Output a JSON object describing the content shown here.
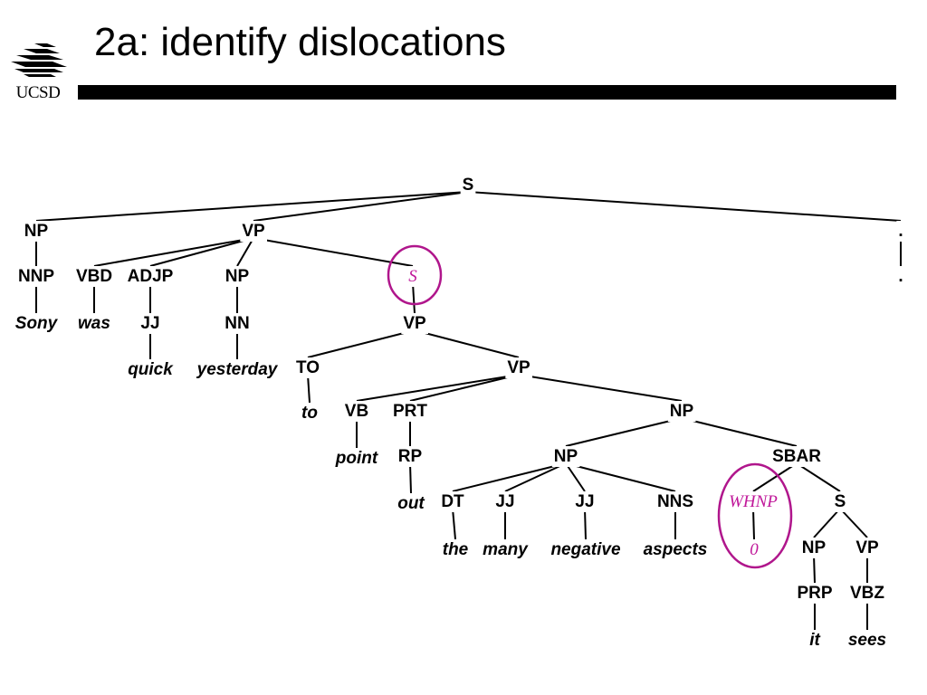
{
  "header": {
    "title": "2a: identify dislocations",
    "logo_text": "UCSD"
  },
  "tree": {
    "nodes": [
      {
        "id": "S_root",
        "label": "S",
        "kind": "cat"
      },
      {
        "id": "NP1",
        "label": "NP",
        "kind": "cat"
      },
      {
        "id": "VP1",
        "label": "VP",
        "kind": "cat"
      },
      {
        "id": "PUNCT",
        "label": ".",
        "kind": "cat"
      },
      {
        "id": "NNP",
        "label": "NNP",
        "kind": "cat"
      },
      {
        "id": "VBD",
        "label": "VBD",
        "kind": "cat"
      },
      {
        "id": "ADJP",
        "label": "ADJP",
        "kind": "cat"
      },
      {
        "id": "NP2",
        "label": "NP",
        "kind": "cat"
      },
      {
        "id": "S2",
        "label": "S",
        "kind": "highlight"
      },
      {
        "id": "PUNCT2",
        "label": ".",
        "kind": "cat"
      },
      {
        "id": "Sony",
        "label": "Sony",
        "kind": "word"
      },
      {
        "id": "was",
        "label": "was",
        "kind": "word"
      },
      {
        "id": "JJ1",
        "label": "JJ",
        "kind": "cat"
      },
      {
        "id": "NN",
        "label": "NN",
        "kind": "cat"
      },
      {
        "id": "VP2",
        "label": "VP",
        "kind": "cat"
      },
      {
        "id": "quick",
        "label": "quick",
        "kind": "word"
      },
      {
        "id": "yesterday",
        "label": "yesterday",
        "kind": "word"
      },
      {
        "id": "TO",
        "label": "TO",
        "kind": "cat"
      },
      {
        "id": "VP3",
        "label": "VP",
        "kind": "cat"
      },
      {
        "id": "to",
        "label": "to",
        "kind": "word"
      },
      {
        "id": "VB",
        "label": "VB",
        "kind": "cat"
      },
      {
        "id": "PRT",
        "label": "PRT",
        "kind": "cat"
      },
      {
        "id": "NP3",
        "label": "NP",
        "kind": "cat"
      },
      {
        "id": "point",
        "label": "point",
        "kind": "word"
      },
      {
        "id": "RP",
        "label": "RP",
        "kind": "cat"
      },
      {
        "id": "NP4",
        "label": "NP",
        "kind": "cat"
      },
      {
        "id": "SBAR",
        "label": "SBAR",
        "kind": "cat"
      },
      {
        "id": "out",
        "label": "out",
        "kind": "word"
      },
      {
        "id": "DT",
        "label": "DT",
        "kind": "cat"
      },
      {
        "id": "JJ2",
        "label": "JJ",
        "kind": "cat"
      },
      {
        "id": "JJ3",
        "label": "JJ",
        "kind": "cat"
      },
      {
        "id": "NNS",
        "label": "NNS",
        "kind": "cat"
      },
      {
        "id": "WHNP",
        "label": "WHNP",
        "kind": "highlight"
      },
      {
        "id": "S3",
        "label": "S",
        "kind": "cat"
      },
      {
        "id": "the",
        "label": "the",
        "kind": "word"
      },
      {
        "id": "many",
        "label": "many",
        "kind": "word"
      },
      {
        "id": "negative",
        "label": "negative",
        "kind": "word"
      },
      {
        "id": "aspects",
        "label": "aspects",
        "kind": "word"
      },
      {
        "id": "zero",
        "label": "0",
        "kind": "highlight"
      },
      {
        "id": "NP5",
        "label": "NP",
        "kind": "cat"
      },
      {
        "id": "VP4",
        "label": "VP",
        "kind": "cat"
      },
      {
        "id": "PRP",
        "label": "PRP",
        "kind": "cat"
      },
      {
        "id": "VBZ",
        "label": "VBZ",
        "kind": "cat"
      },
      {
        "id": "it",
        "label": "it",
        "kind": "word"
      },
      {
        "id": "sees",
        "label": "sees",
        "kind": "word"
      }
    ],
    "edges": [
      [
        "S_root",
        "NP1"
      ],
      [
        "S_root",
        "VP1"
      ],
      [
        "S_root",
        "PUNCT"
      ],
      [
        "NP1",
        "NNP"
      ],
      [
        "NNP",
        "Sony"
      ],
      [
        "VP1",
        "VBD"
      ],
      [
        "VP1",
        "ADJP"
      ],
      [
        "VP1",
        "NP2"
      ],
      [
        "VP1",
        "S2"
      ],
      [
        "VBD",
        "was"
      ],
      [
        "ADJP",
        "JJ1"
      ],
      [
        "JJ1",
        "quick"
      ],
      [
        "NP2",
        "NN"
      ],
      [
        "NN",
        "yesterday"
      ],
      [
        "S2",
        "VP2"
      ],
      [
        "PUNCT",
        "PUNCT2"
      ],
      [
        "VP2",
        "TO"
      ],
      [
        "VP2",
        "VP3"
      ],
      [
        "TO",
        "to"
      ],
      [
        "VP3",
        "VB"
      ],
      [
        "VP3",
        "PRT"
      ],
      [
        "VP3",
        "NP3"
      ],
      [
        "VB",
        "point"
      ],
      [
        "PRT",
        "RP"
      ],
      [
        "RP",
        "out"
      ],
      [
        "NP3",
        "NP4"
      ],
      [
        "NP3",
        "SBAR"
      ],
      [
        "NP4",
        "DT"
      ],
      [
        "NP4",
        "JJ2"
      ],
      [
        "NP4",
        "JJ3"
      ],
      [
        "NP4",
        "NNS"
      ],
      [
        "DT",
        "the"
      ],
      [
        "JJ2",
        "many"
      ],
      [
        "JJ3",
        "negative"
      ],
      [
        "NNS",
        "aspects"
      ],
      [
        "SBAR",
        "WHNP"
      ],
      [
        "SBAR",
        "S3"
      ],
      [
        "WHNP",
        "zero"
      ],
      [
        "S3",
        "NP5"
      ],
      [
        "S3",
        "VP4"
      ],
      [
        "NP5",
        "PRP"
      ],
      [
        "VP4",
        "VBZ"
      ],
      [
        "PRP",
        "it"
      ],
      [
        "VBZ",
        "sees"
      ]
    ],
    "circled": [
      "S2",
      "WHNP"
    ]
  }
}
